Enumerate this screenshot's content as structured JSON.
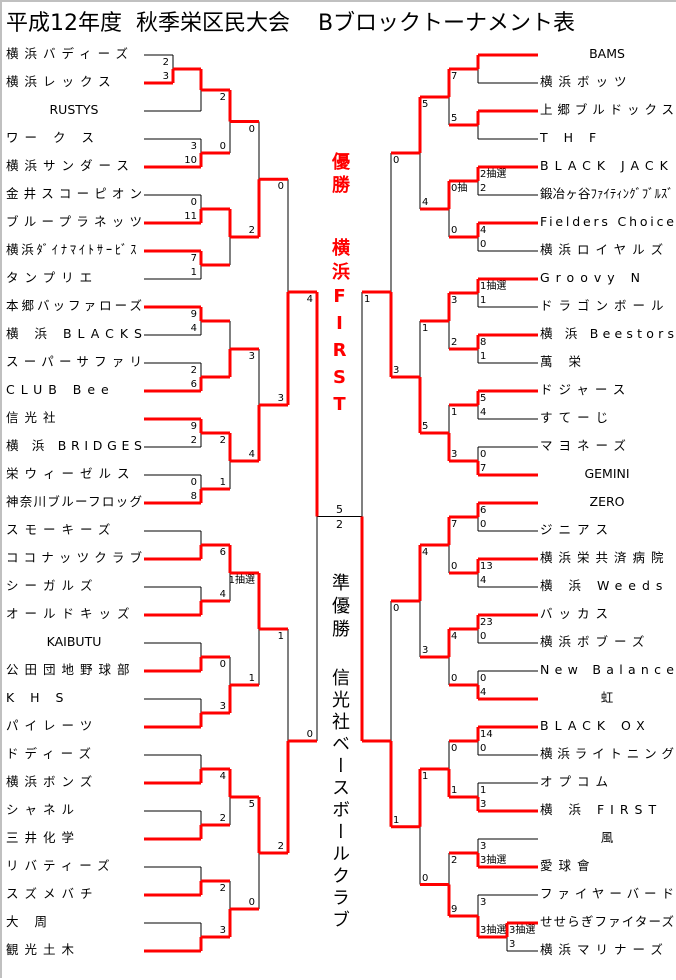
{
  "title": "平成12年度  秋季栄区民大会    Bブロックトーナメント表",
  "champion": {
    "label": "優勝",
    "team": "横浜FIRST"
  },
  "runner_up": {
    "label": "準優勝",
    "team": "信光社ベースボールクラブ"
  },
  "final": {
    "top": "5",
    "bottom": "2"
  },
  "colors": {
    "winner_line": "#ff0000",
    "line": "#000000"
  },
  "left_teams": [
    "横浜バディーズ",
    "横浜レックス",
    "RUSTYS",
    "ワー ク ス",
    "横浜サンダース",
    "金井スコーピオン",
    "ブループラネッツ",
    "横浜ﾀﾞｲﾅﾏｲﾄｻｰﾋﾞｽ",
    "タンプリエ",
    "本郷バッファローズ",
    "横 浜 BLACKS",
    "スーパーサファリ",
    "CLUB Bee",
    "信光社",
    "横 浜 BRIDGES",
    "栄ウィーゼルス",
    "神奈川ブルーフロッグ",
    "スモーキーズ",
    "ココナッツクラブ",
    "シーガルズ",
    "オールドキッズ",
    "KAIBUTU",
    "公田団地野球部",
    "K H S",
    "パイレーツ",
    "ドディーズ",
    "横浜ボンズ",
    "シャネル",
    "三井化学",
    "リバティーズ",
    "スズメバチ",
    "大 周",
    "観光土木"
  ],
  "right_teams": [
    "BAMS",
    "横浜ボッツ",
    "上郷ブルドックス",
    "T H F",
    "BLACK JACK",
    "鍛冶ヶ谷ﾌｧｲﾃｨﾝｸﾞﾌﾞﾙｽﾞ",
    "Fielders Choice",
    "横浜ロイヤルズ",
    "Groovy N",
    "ドラゴンボール",
    "横 浜 Beestors",
    "萬 栄",
    "ドジャース",
    "すてーじ",
    "マヨネーズ",
    "GEMINI",
    "ZERO",
    "ジニアス",
    "横浜栄共済病院",
    "横 浜 Weeds",
    "バッカス",
    "横浜ボブーズ",
    "New Balance",
    "虹",
    "BLACK OX",
    "横浜ライトニング",
    "オプコム",
    "横 浜 FIRST",
    "風",
    "愛球會",
    "ファイヤーバード",
    "せせらぎファイターズ",
    "横浜マリナーズ"
  ],
  "bracket": {
    "left": {
      "t": [
        {
          "t": [
            {
              "t": [
                {
                  "t": [
                    {
                      "t": [
                        {
                          "t": [
                            0,
                            1
                          ],
                          "s": [
                            "2",
                            "3"
                          ],
                          "w": 1
                        },
                        2
                      ],
                      "s": [
                        "",
                        ""
                      ],
                      "w": 0
                    },
                    {
                      "t": [
                        3,
                        4
                      ],
                      "s": [
                        "3",
                        "10"
                      ],
                      "w": 1
                    }
                  ],
                  "s": [
                    "2",
                    "0"
                  ],
                  "w": 0
                },
                {
                  "t": [
                    {
                      "t": [
                        5,
                        6
                      ],
                      "s": [
                        "0",
                        "11"
                      ],
                      "w": 1
                    },
                    {
                      "t": [
                        7,
                        8
                      ],
                      "s": [
                        "7",
                        "1"
                      ],
                      "w": 0
                    }
                  ],
                  "s": [
                    "",
                    ""
                  ],
                  "w": 0
                }
              ],
              "s": [
                "0",
                "2"
              ],
              "w": 1
            },
            {
              "t": [
                {
                  "t": [
                    {
                      "t": [
                        9,
                        10
                      ],
                      "s": [
                        "9",
                        "4"
                      ],
                      "w": 0
                    },
                    {
                      "t": [
                        11,
                        12
                      ],
                      "s": [
                        "2",
                        "6"
                      ],
                      "w": 1
                    }
                  ],
                  "s": [
                    "",
                    ""
                  ],
                  "w": 1
                },
                {
                  "t": [
                    {
                      "t": [
                        13,
                        14
                      ],
                      "s": [
                        "9",
                        "2"
                      ],
                      "w": 0
                    },
                    {
                      "t": [
                        15,
                        16
                      ],
                      "s": [
                        "0",
                        "8"
                      ],
                      "w": 1
                    }
                  ],
                  "s": [
                    "2",
                    "1"
                  ],
                  "w": 0
                }
              ],
              "s": [
                "3",
                "4"
              ],
              "w": 1
            }
          ],
          "s": [
            "0",
            "3"
          ],
          "w": 1
        },
        {
          "t": [
            {
              "t": [
                {
                  "t": [
                    {
                      "t": [
                        17,
                        18
                      ],
                      "s": [
                        "",
                        ""
                      ],
                      "w": 1
                    },
                    {
                      "t": [
                        19,
                        20
                      ],
                      "s": [
                        "",
                        ""
                      ],
                      "w": 1
                    }
                  ],
                  "s": [
                    "6",
                    "4"
                  ],
                  "w": 0
                },
                {
                  "t": [
                    {
                      "t": [
                        21,
                        22
                      ],
                      "s": [
                        "",
                        ""
                      ],
                      "w": 1
                    },
                    {
                      "t": [
                        23,
                        24
                      ],
                      "s": [
                        "",
                        ""
                      ],
                      "w": 1
                    }
                  ],
                  "s": [
                    "0",
                    "3"
                  ],
                  "w": 1
                }
              ],
              "s": [
                "1抽選",
                "1"
              ],
              "w": 0
            },
            {
              "t": [
                {
                  "t": [
                    {
                      "t": [
                        25,
                        26
                      ],
                      "s": [
                        "",
                        ""
                      ],
                      "w": 1
                    },
                    {
                      "t": [
                        27,
                        28
                      ],
                      "s": [
                        "",
                        ""
                      ],
                      "w": 1
                    }
                  ],
                  "s": [
                    "4",
                    "2"
                  ],
                  "w": 0
                },
                {
                  "t": [
                    {
                      "t": [
                        29,
                        30
                      ],
                      "s": [
                        "",
                        ""
                      ],
                      "w": 1
                    },
                    {
                      "t": [
                        31,
                        32
                      ],
                      "s": [
                        "",
                        ""
                      ],
                      "w": 1
                    }
                  ],
                  "s": [
                    "2",
                    "3"
                  ],
                  "w": 1
                }
              ],
              "s": [
                "5",
                "0"
              ],
              "w": 0
            }
          ],
          "s": [
            "1",
            "2"
          ],
          "w": 1
        }
      ],
      "s": [
        "4",
        "0"
      ],
      "w": 0
    },
    "right": {
      "t": [
        {
          "t": [
            {
              "t": [
                {
                  "t": [
                    {
                      "t": [
                        0,
                        1
                      ],
                      "s": [
                        "",
                        ""
                      ],
                      "w": 0
                    },
                    {
                      "t": [
                        2,
                        3
                      ],
                      "s": [
                        "",
                        ""
                      ],
                      "w": 0
                    }
                  ],
                  "s": [
                    "7",
                    "5"
                  ],
                  "w": 0
                },
                {
                  "t": [
                    {
                      "t": [
                        4,
                        5
                      ],
                      "s": [
                        "2抽選",
                        "2"
                      ],
                      "w": 0
                    },
                    {
                      "t": [
                        6,
                        7
                      ],
                      "s": [
                        "4",
                        "0"
                      ],
                      "w": 0
                    }
                  ],
                  "s": [
                    "0抽",
                    "0"
                  ],
                  "w": 0
                }
              ],
              "s": [
                "5",
                "4"
              ],
              "w": 0
            },
            {
              "t": [
                {
                  "t": [
                    {
                      "t": [
                        8,
                        9
                      ],
                      "s": [
                        "1抽選",
                        "1"
                      ],
                      "w": 0
                    },
                    {
                      "t": [
                        10,
                        11
                      ],
                      "s": [
                        "8",
                        "1"
                      ],
                      "w": 0
                    }
                  ],
                  "s": [
                    "3",
                    "2"
                  ],
                  "w": 0
                },
                {
                  "t": [
                    {
                      "t": [
                        12,
                        13
                      ],
                      "s": [
                        "5",
                        "4"
                      ],
                      "w": 0
                    },
                    {
                      "t": [
                        14,
                        15
                      ],
                      "s": [
                        "0",
                        "7"
                      ],
                      "w": 1
                    }
                  ],
                  "s": [
                    "1",
                    "3"
                  ],
                  "w": 1
                }
              ],
              "s": [
                "1",
                "5"
              ],
              "w": 1
            }
          ],
          "s": [
            "0",
            "3"
          ],
          "w": 1
        },
        {
          "t": [
            {
              "t": [
                {
                  "t": [
                    {
                      "t": [
                        16,
                        17
                      ],
                      "s": [
                        "6",
                        "0"
                      ],
                      "w": 0
                    },
                    {
                      "t": [
                        18,
                        19
                      ],
                      "s": [
                        "13",
                        "4"
                      ],
                      "w": 0
                    }
                  ],
                  "s": [
                    "7",
                    "0"
                  ],
                  "w": 0
                },
                {
                  "t": [
                    {
                      "t": [
                        20,
                        21
                      ],
                      "s": [
                        "23",
                        "0"
                      ],
                      "w": 0
                    },
                    {
                      "t": [
                        22,
                        23
                      ],
                      "s": [
                        "0",
                        "4"
                      ],
                      "w": 1
                    }
                  ],
                  "s": [
                    "4",
                    "0"
                  ],
                  "w": 0
                }
              ],
              "s": [
                "4",
                "3"
              ],
              "w": 0
            },
            {
              "t": [
                {
                  "t": [
                    {
                      "t": [
                        24,
                        25
                      ],
                      "s": [
                        "14",
                        "0"
                      ],
                      "w": 0
                    },
                    {
                      "t": [
                        26,
                        27
                      ],
                      "s": [
                        "1",
                        "3"
                      ],
                      "w": 1
                    }
                  ],
                  "s": [
                    "0",
                    "1"
                  ],
                  "w": 1
                },
                {
                  "t": [
                    {
                      "t": [
                        28,
                        29
                      ],
                      "s": [
                        "3",
                        "3抽選"
                      ],
                      "w": 1
                    },
                    {
                      "t": [
                        30,
                        {
                          "t": [
                            31,
                            32
                          ],
                          "s": [
                            "3抽選",
                            "3"
                          ],
                          "w": 0
                        }
                      ],
                      "s": [
                        "3",
                        "3抽選"
                      ],
                      "w": 1
                    }
                  ],
                  "s": [
                    "2",
                    "9"
                  ],
                  "w": 1
                }
              ],
              "s": [
                "1",
                "0"
              ],
              "w": 0
            }
          ],
          "s": [
            "0",
            "1"
          ],
          "w": 1
        }
      ],
      "s": [
        "1",
        ""
      ],
      "w": 1
    }
  }
}
